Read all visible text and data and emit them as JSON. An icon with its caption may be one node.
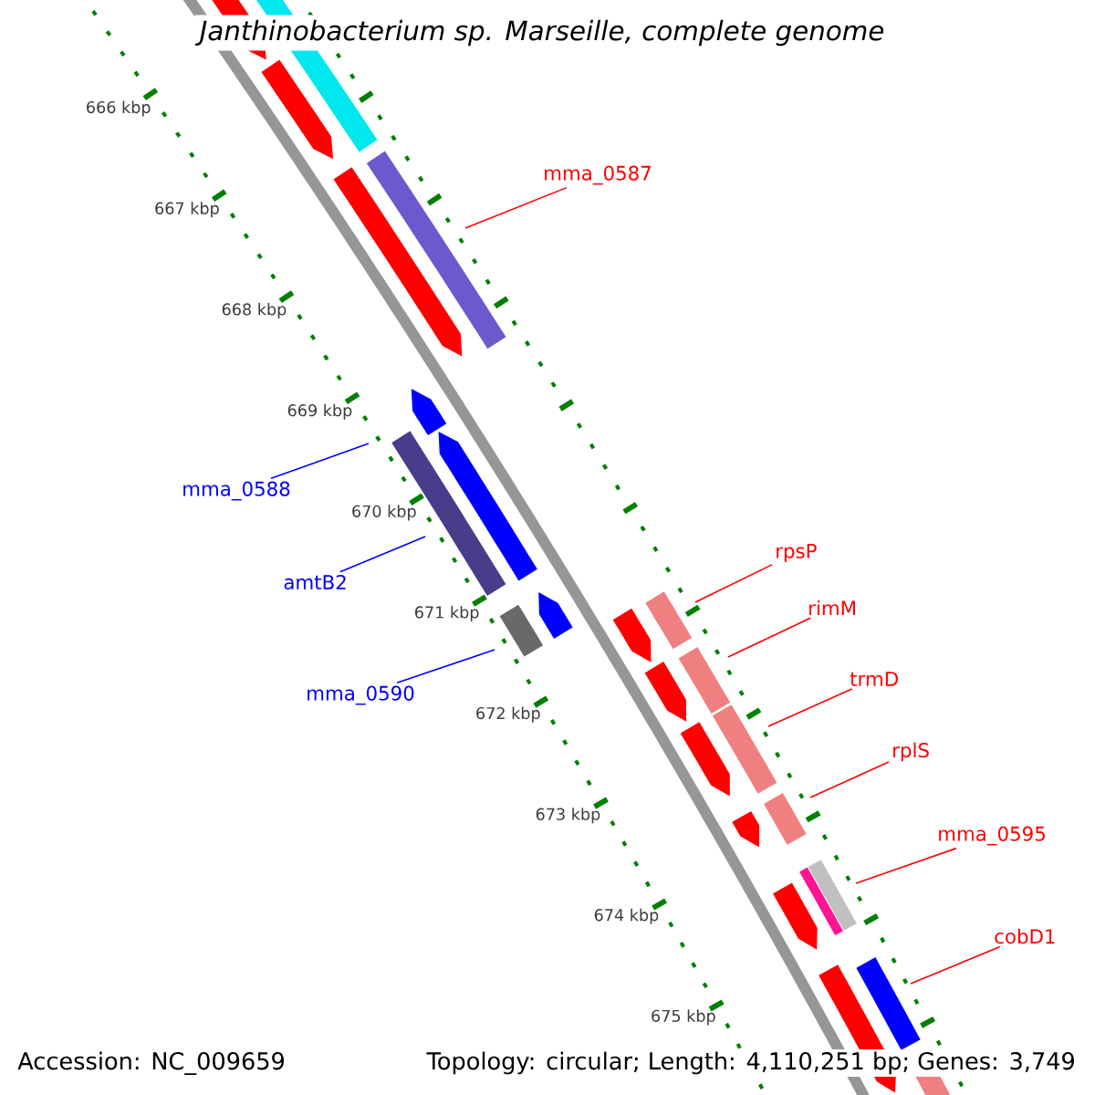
{
  "diagram": {
    "title": "Janthinobacterium sp. Marseille, complete genome",
    "nodes": [
      {
        "text": [
          "mma_0587"
        ]
      },
      {
        "text": [
          "mma_0588"
        ]
      },
      {
        "text": [
          "rpsP"
        ]
      },
      {
        "text": [
          "amtB2"
        ]
      },
      {
        "text": [
          "rimM"
        ]
      },
      {
        "text": [
          "trmD"
        ]
      },
      {
        "text": [
          "mma_0590"
        ]
      },
      {
        "text": [
          "rplS"
        ]
      },
      {
        "text": [
          "mma_0595"
        ]
      },
      {
        "text": [
          "cobD1"
        ]
      }
    ],
    "edges": [
      {
        "from": 0,
        "to": null,
        "arrow": "none"
      },
      {
        "from": 1,
        "to": null,
        "arrow": "none",
        "color": "#0000ff"
      },
      {
        "from": 2,
        "to": null,
        "arrow": "none"
      },
      {
        "from": 3,
        "to": null,
        "arrow": "none",
        "color": "#0000ff"
      },
      {
        "from": 4,
        "to": null,
        "arrow": "none"
      },
      {
        "from": 5,
        "to": null,
        "arrow": "none"
      },
      {
        "from": 6,
        "to": null,
        "arrow": "none",
        "color": "#0000ff"
      },
      {
        "from": 7,
        "to": null,
        "arrow": "none"
      },
      {
        "from": 8,
        "to": null,
        "arrow": "none"
      },
      {
        "from": 9,
        "to": null,
        "arrow": "none"
      }
    ],
    "labels": [
      "666 kbp",
      "667 kbp",
      "668 kbp",
      "669 kbp",
      "670 kbp",
      "671 kbp",
      "672 kbp",
      "673 kbp",
      "674 kbp",
      "675 kbp",
      "Accession: NC_009659",
      "Topology: circular; Length: 4,110,251 bp; Genes: 3,749"
    ]
  }
}
